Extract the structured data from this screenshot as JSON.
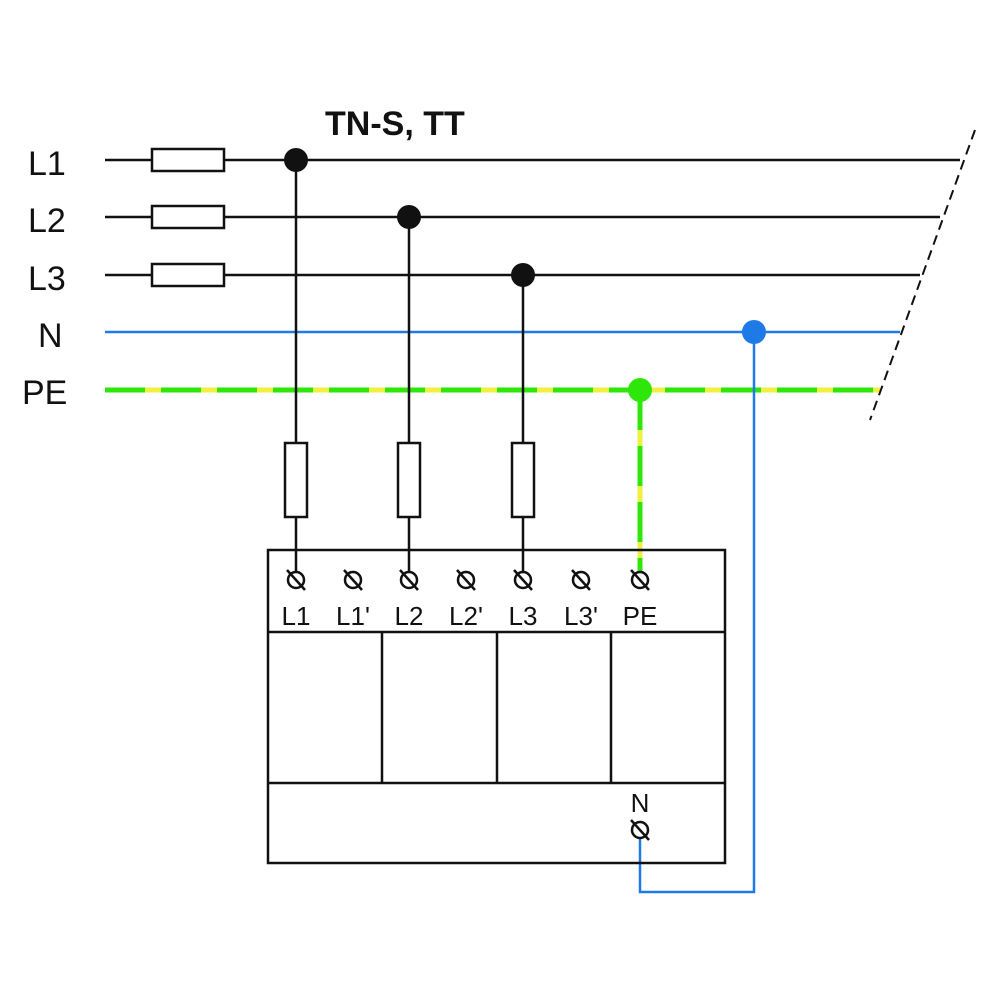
{
  "title": "TN-S, TT",
  "lines": [
    {
      "id": "L1",
      "label": "L1"
    },
    {
      "id": "L2",
      "label": "L2"
    },
    {
      "id": "L3",
      "label": "L3"
    },
    {
      "id": "N",
      "label": "N"
    },
    {
      "id": "PE",
      "label": "PE"
    }
  ],
  "device": {
    "terminals": [
      "L1",
      "L1'",
      "L2",
      "L2'",
      "L3",
      "L3'",
      "PE"
    ],
    "neutral_terminal": "N"
  },
  "colors": {
    "conductor": "#111111",
    "neutral": "#1e7ae6",
    "pe_green": "#2ee60a",
    "pe_yellow": "#f0f040",
    "background": "#ffffff"
  }
}
